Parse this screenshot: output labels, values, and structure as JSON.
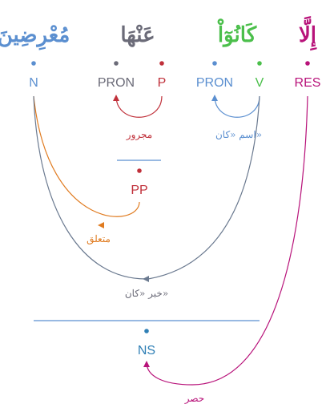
{
  "words": [
    {
      "text": "مُعْرِضِينَ",
      "color": "#5b8fd0"
    },
    {
      "text": "عَنْهَا",
      "color": "#6b6b78"
    },
    {
      "text": "كَانُوٓاْ",
      "color": "#4bbf4b"
    },
    {
      "text": "إِلَّا",
      "color": "#b8137a"
    }
  ],
  "tags": {
    "n": {
      "label": "N",
      "color": "#5b8fd0"
    },
    "pron1": {
      "label": "PRON",
      "color": "#6b6b78"
    },
    "p": {
      "label": "P",
      "color": "#c0303a"
    },
    "pron2": {
      "label": "PRON",
      "color": "#5b8fd0"
    },
    "v": {
      "label": "V",
      "color": "#4bbf4b"
    },
    "res": {
      "label": "RES",
      "color": "#b8137a"
    },
    "pp": {
      "label": "PP",
      "color": "#c0303a"
    },
    "ns": {
      "label": "NS",
      "color": "#2f7fb5"
    }
  },
  "relations": {
    "majrur": {
      "label": "مجرور",
      "color": "#c0303a"
    },
    "ism_kana": {
      "label": "اسم «كان»",
      "color": "#5b8fd0"
    },
    "mutaallaq": {
      "label": "متعلق",
      "color": "#e07b20"
    },
    "khabar_kana": {
      "label": "خبر «كان»",
      "color": "#6b6b78"
    },
    "hasr": {
      "label": "حصر",
      "color": "#b8137a"
    }
  }
}
